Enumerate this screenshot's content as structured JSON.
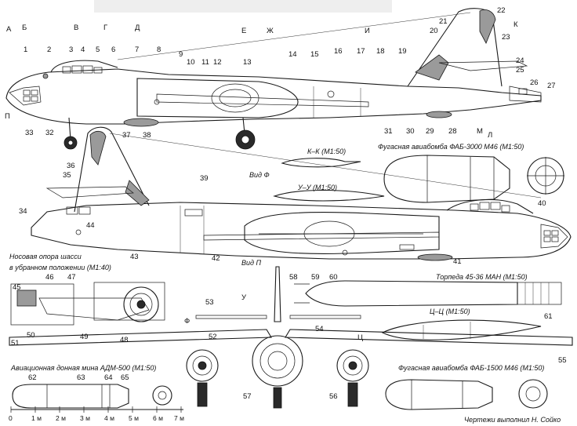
{
  "header_bar": "",
  "section_markers": [
    "А",
    "Б",
    "В",
    "Г",
    "Д",
    "Е",
    "Ж",
    "И",
    "К",
    "Л",
    "М",
    "П",
    "Ф",
    "У",
    "Ц"
  ],
  "part_numbers": {
    "n1": "1",
    "n2": "2",
    "n3": "3",
    "n4": "4",
    "n5": "5",
    "n6": "6",
    "n7": "7",
    "n8": "8",
    "n9": "9",
    "n10": "10",
    "n11": "11",
    "n12": "12",
    "n13": "13",
    "n14": "14",
    "n15": "15",
    "n16": "16",
    "n17": "17",
    "n18": "18",
    "n19": "19",
    "n20": "20",
    "n21": "21",
    "n22": "22",
    "n23": "23",
    "n24": "24",
    "n25": "25",
    "n26": "26",
    "n27": "27",
    "n28": "28",
    "n29": "29",
    "n30": "30",
    "n31": "31",
    "n32": "32",
    "n33": "33",
    "n34": "34",
    "n35": "35",
    "n36": "36",
    "n37": "37",
    "n38": "38",
    "n39": "39",
    "n40": "40",
    "n41": "41",
    "n42": "42",
    "n43": "43",
    "n44": "44",
    "n45": "45",
    "n46": "46",
    "n47": "47",
    "n48": "48",
    "n49": "49",
    "n50": "50",
    "n51": "51",
    "n52": "52",
    "n53": "53",
    "n54": "54",
    "n55": "55",
    "n56": "56",
    "n57": "57",
    "n58": "58",
    "n59": "59",
    "n60": "60",
    "n61": "61",
    "n62": "62",
    "n63": "63",
    "n64": "64",
    "n65": "65"
  },
  "captions": {
    "section_kk": "К–К (М1:50)",
    "bomb_fab3000": "Фугасная авиабомба ФАБ-3000 М46 (М1:50)",
    "view_f": "Вид Ф",
    "section_uu": "У–У (М1:50)",
    "nose_gear_1": "Носовая опора шасси",
    "nose_gear_2": "в убранном положении (М1:40)",
    "view_p": "Вид П",
    "torpedo": "Торпеда 45-36 МАН (М1:50)",
    "section_cc": "Ц–Ц (М1:50)",
    "mine_adm500": "Авиационная донная мина АДМ-500 (М1:50)",
    "bomb_fab1500": "Фугасная авиабомба ФАБ-1500 М46 (М1:50)",
    "credit": "Чертежи выполнил Н. Сойко"
  },
  "scale_bar": {
    "ticks": [
      "0",
      "1 м",
      "2 м",
      "3 м",
      "4 м",
      "5 м",
      "6 м",
      "7 м"
    ]
  }
}
